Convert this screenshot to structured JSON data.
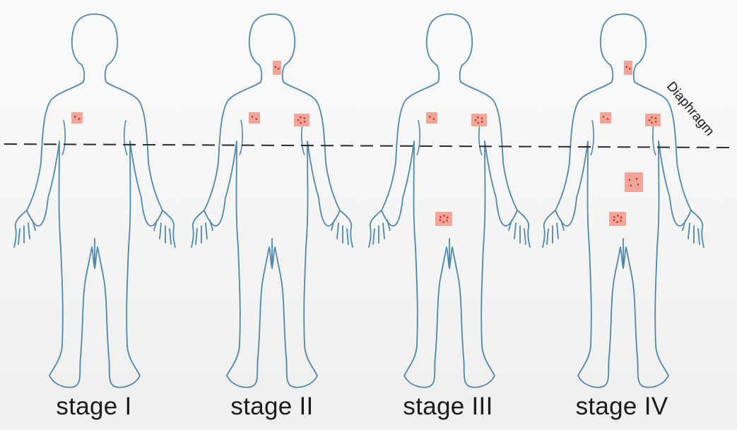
{
  "diagram": {
    "diaphragm_label": "Diaphragm",
    "stages": [
      {
        "label": "stage I",
        "lesions": [
          {
            "site": "right chest"
          }
        ]
      },
      {
        "label": "stage II",
        "lesions": [
          {
            "site": "neck"
          },
          {
            "site": "right chest"
          },
          {
            "site": "left chest"
          }
        ]
      },
      {
        "label": "stage III",
        "lesions": [
          {
            "site": "right chest"
          },
          {
            "site": "left chest"
          },
          {
            "site": "groin"
          }
        ]
      },
      {
        "label": "stage IV",
        "lesions": [
          {
            "site": "neck"
          },
          {
            "site": "right chest"
          },
          {
            "site": "left chest"
          },
          {
            "site": "abdomen"
          },
          {
            "site": "groin"
          }
        ]
      }
    ]
  },
  "colors": {
    "outline": "#4f87ad",
    "lesion_fill": "#f2a598",
    "lesion_dot": "#c2301e",
    "dashed_line": "#2a2a2a",
    "text": "#1b1b1b"
  }
}
